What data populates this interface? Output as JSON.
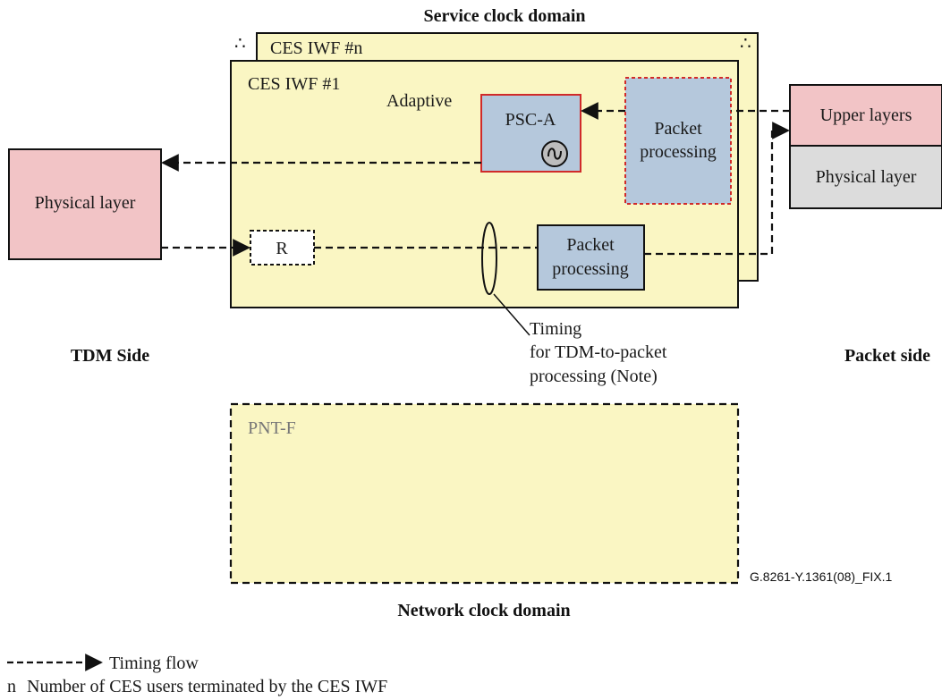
{
  "header": {
    "service_clock_domain": "Service clock domain"
  },
  "iwf": {
    "back_label": "CES IWF #n",
    "front_label": "CES IWF #1",
    "dots_left": "∴",
    "dots_right": "∴",
    "adaptive_label": "Adaptive",
    "psc_label": "PSC-A",
    "oscillator_glyph": "~",
    "packet_processing_line1": "Packet",
    "packet_processing_line2": "processing",
    "regenerator_label": "R"
  },
  "tdm": {
    "physical_layer": "Physical layer",
    "side_label": "TDM Side"
  },
  "packet": {
    "upper_layers": "Upper layers",
    "physical_layer": "Physical layer",
    "side_label": "Packet side"
  },
  "timing_note": {
    "line1": "Timing",
    "line2": "for TDM-to-packet",
    "line3": "processing (Note)"
  },
  "pnt": {
    "label": "PNT-F"
  },
  "figure_id": "G.8261-Y.1361(08)_FIX.1",
  "footer": {
    "network_clock_domain": "Network clock domain"
  },
  "legend": {
    "timing_flow": "Timing flow",
    "n_symbol": "n",
    "n_description": "Number of CES users terminated by the CES IWF"
  },
  "colors": {
    "yellow_box": "#faf6c3",
    "pink_box": "#f2c4c6",
    "blue_box": "#b5c8dc",
    "grey_box": "#dcdcdc",
    "red_border": "#d02a2a"
  }
}
